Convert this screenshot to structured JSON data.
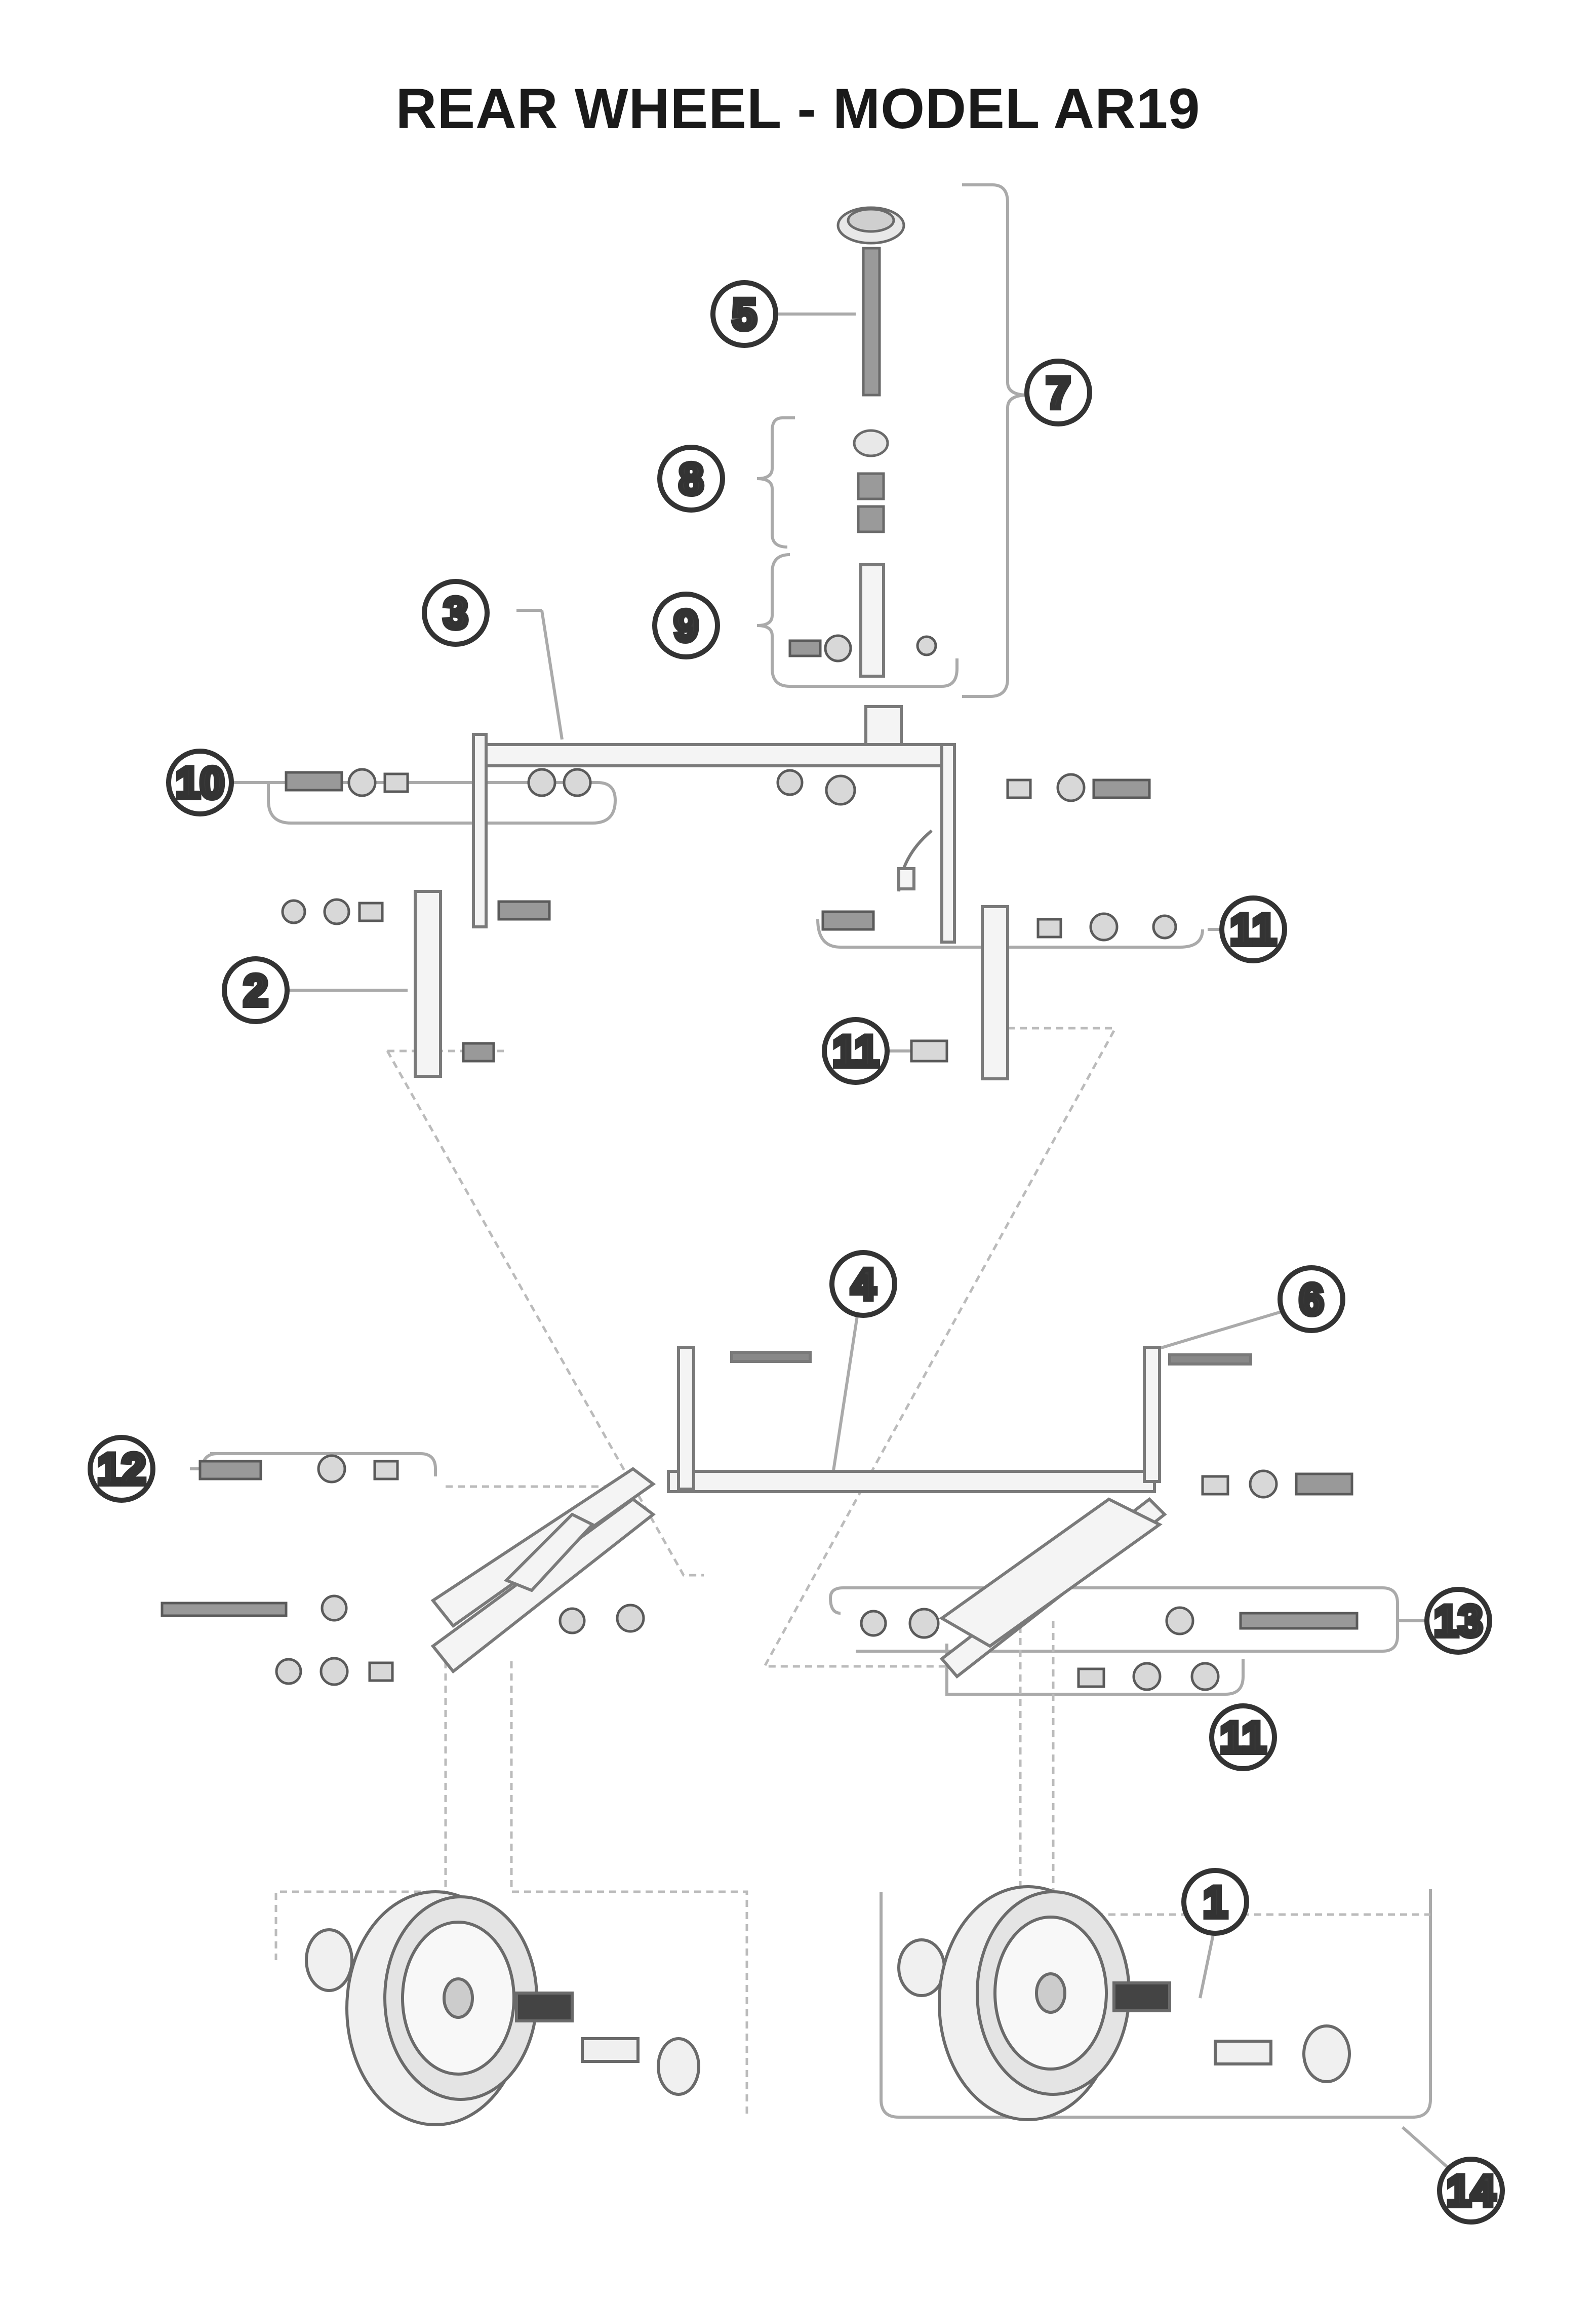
{
  "title": "REAR WHEEL - MODEL AR19",
  "callouts": [
    "5",
    "7",
    "8",
    "9",
    "3",
    "10",
    "2",
    "11",
    "11",
    "4",
    "6",
    "12",
    "13",
    "11",
    "1",
    "14"
  ],
  "colors": {
    "line": "#9a9a9a",
    "dark": "#555555",
    "text": "#1a1a1a"
  }
}
